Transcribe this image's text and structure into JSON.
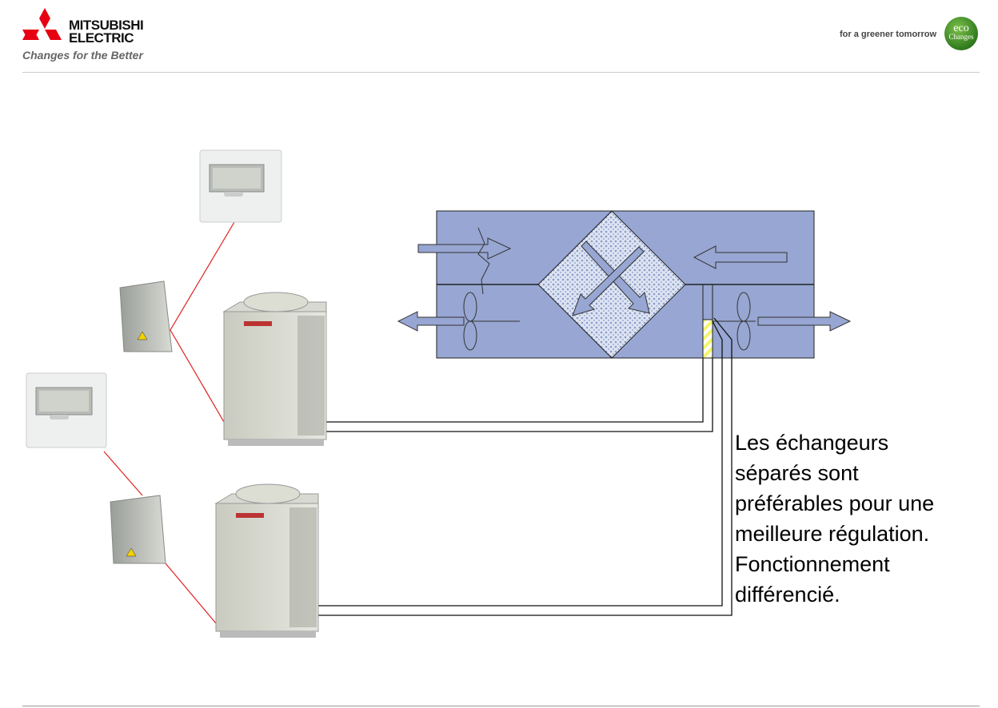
{
  "header": {
    "brand_name": "MITSUBISHI\nELECTRIC",
    "brand_line1": "MITSUBISHI",
    "brand_line2": "ELECTRIC",
    "tagline": "Changes for the Better",
    "slogan": "for a greener tomorrow",
    "eco_badge_line1": "eco",
    "eco_badge_line2": "Changes"
  },
  "main": {
    "caption": "Les échangeurs\nséparés sont\npréférables pour une\nmeilleure régulation.\nFonctionnement\ndifférencié."
  },
  "colors": {
    "brand_red": "#e60012",
    "unit_box": "#97a6d2",
    "wire_red": "#e02020",
    "coil_green": "#8cc63f",
    "coil_yellow": "#f5f56a"
  }
}
